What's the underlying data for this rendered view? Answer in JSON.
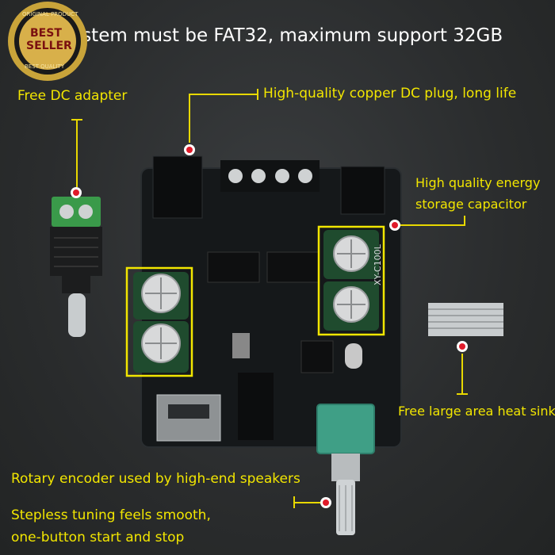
{
  "header": {
    "text": "U  e system must be FAT32, maximum support 32GB"
  },
  "badge": {
    "top_text": "ORIGINAL PRODUCT",
    "line1": "BEST",
    "line2": "SELLER",
    "bottom_text": "BEST QUALITY"
  },
  "callouts": {
    "dc_adapter": "Free DC adapter",
    "dc_plug": "High-quality copper DC plug, long life",
    "capacitor_line1": "High quality energy",
    "capacitor_line2": "storage capacitor",
    "heat_sink": "Free large area heat sink",
    "encoder": "Rotary encoder used by high-end speakers",
    "tuning_line1": "Stepless tuning feels smooth,",
    "tuning_line2": "one-button start and stop"
  },
  "board": {
    "label": "XY-C100L"
  },
  "colors": {
    "highlight": "#f2e600",
    "marker": "#e01b2a",
    "board": "#15181a"
  }
}
